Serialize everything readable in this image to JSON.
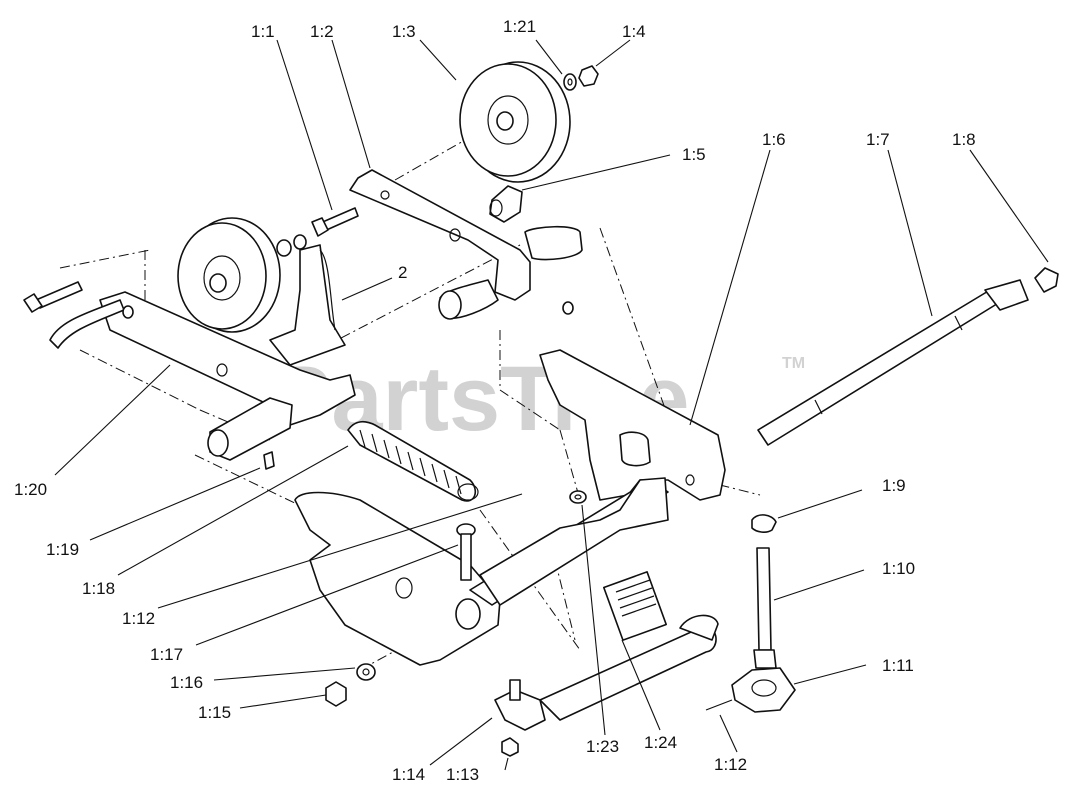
{
  "watermark": {
    "text": "PartsTree",
    "tm": "TM"
  },
  "callouts": {
    "c1_1": "1:1",
    "c1_2": "1:2",
    "c1_3": "1:3",
    "c1_21": "1:21",
    "c1_4": "1:4",
    "c1_5": "1:5",
    "c1_6": "1:6",
    "c1_7": "1:7",
    "c1_8": "1:8",
    "c2": "2",
    "c1_20": "1:20",
    "c1_19": "1:19",
    "c1_18": "1:18",
    "c1_12a": "1:12",
    "c1_17": "1:17",
    "c1_16": "1:16",
    "c1_15": "1:15",
    "c1_14": "1:14",
    "c1_13": "1:13",
    "c1_23": "1:23",
    "c1_24": "1:24",
    "c1_9": "1:9",
    "c1_10": "1:10",
    "c1_11": "1:11",
    "c1_12b": "1:12"
  }
}
